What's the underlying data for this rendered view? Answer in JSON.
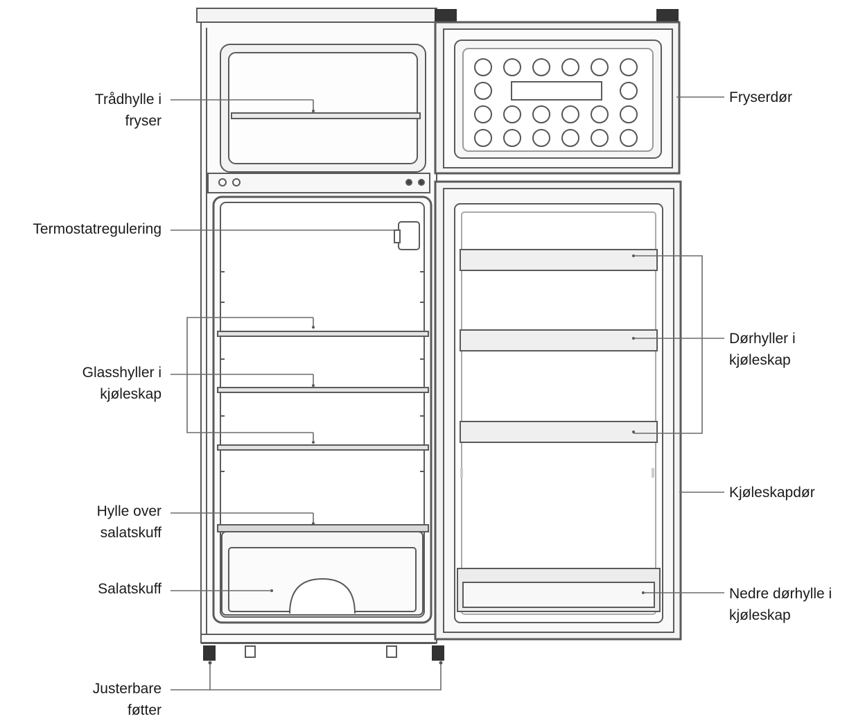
{
  "labels": {
    "wire_shelf_freezer": [
      "Trådhylle i",
      "fryser"
    ],
    "freezer_door": [
      "Fryserdør"
    ],
    "thermostat": [
      "Termostatregulering"
    ],
    "glass_shelves": [
      "Glasshyller i",
      "kjøleskap"
    ],
    "door_shelves": [
      "Dørhyller i",
      "kjøleskap"
    ],
    "fridge_door": [
      "Kjøleskapdør"
    ],
    "crisper_shelf": [
      "Hylle over",
      "salatskuff"
    ],
    "crisper": [
      "Salatskuff"
    ],
    "lower_door_shelf": [
      "Nedre dørhylle i",
      "kjøleskap"
    ],
    "adjustable_feet": [
      "Justerbare",
      "føtter"
    ]
  },
  "colors": {
    "line": "#6b6b6b",
    "text": "#1a1a1a"
  }
}
